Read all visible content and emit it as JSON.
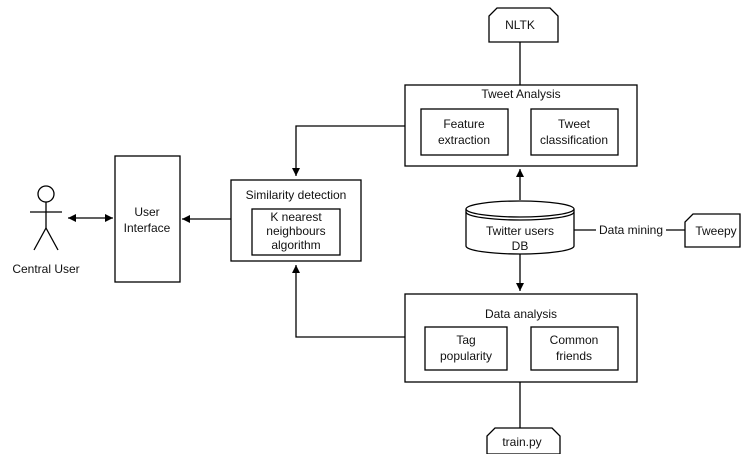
{
  "actor": {
    "label": "Central User"
  },
  "user_interface": {
    "line1": "User",
    "line2": "Interface"
  },
  "similarity": {
    "title": "Similarity detection",
    "inner_line1": "K nearest",
    "inner_line2": "neighbours",
    "inner_line3": "algorithm"
  },
  "tweet_analysis": {
    "title": "Tweet Analysis",
    "feature_line1": "Feature",
    "feature_line2": "extraction",
    "classification_line1": "Tweet",
    "classification_line2": "classification"
  },
  "database": {
    "line1": "Twitter users",
    "line2": "DB"
  },
  "data_analysis": {
    "title": "Data analysis",
    "tag_line1": "Tag",
    "tag_line2": "popularity",
    "friends_line1": "Common",
    "friends_line2": "friends"
  },
  "external": {
    "nltk": "NLTK",
    "tweepy": "Tweepy",
    "train": "train.py"
  },
  "edge_labels": {
    "data_mining": "Data mining"
  }
}
